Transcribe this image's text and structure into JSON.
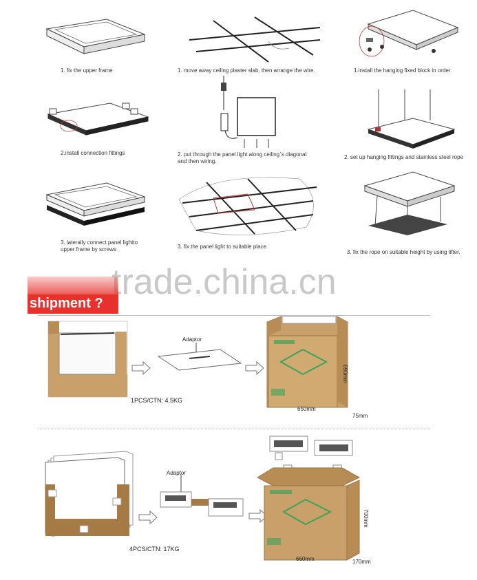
{
  "steps": {
    "col1": [
      "1. fix the upper frame",
      "2.install connection fittings",
      "3. laterally connect panel lightto upper frame by screws"
    ],
    "col2": [
      "1.    move away ceiling plaster slab, then arrange the wire.",
      "2.   put through the panel light along ceiling`s diagonal and then wiring.",
      "3.        fix the panel light to suitable place"
    ],
    "col3": [
      "1.install the hanging fixed block in order.",
      "2. set up hanging fittings and stainless steel rope",
      "3. fix the rope on suitable height by using lifter."
    ]
  },
  "watermark": "trade.china.cn",
  "shipment_heading": "shipment ?",
  "shipment_one": {
    "adaptor_label": "Adaptor",
    "carton_label": "1PCS/CTN: 4.5KG",
    "dim_width": "650mm",
    "dim_height": "690mm",
    "dim_depth": "75mm"
  },
  "shipment_four": {
    "adaptor_label": "Adaptor",
    "carton_label": "4PCS/CTN: 17KG",
    "dim_width": "660mm",
    "dim_height": "700mm",
    "dim_depth": "170mm"
  },
  "colors": {
    "banner_red": "#e8302c",
    "cardboard": "#c9a06a",
    "cardboard_dark": "#a57a45",
    "watermark": "#c9c9c9",
    "panel_green": "#3aa35a"
  }
}
